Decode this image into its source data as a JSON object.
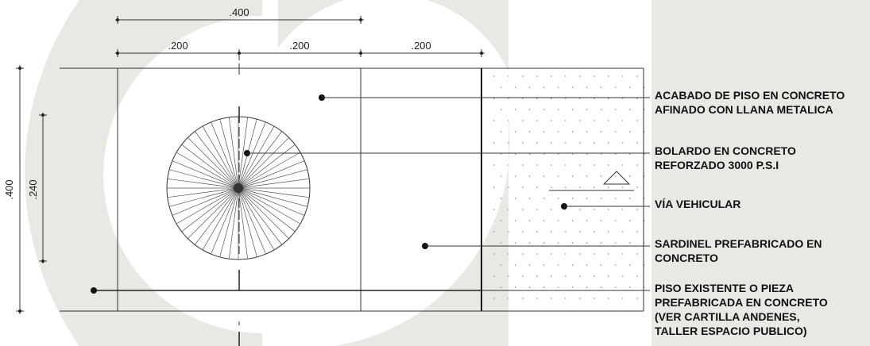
{
  "dimensions": {
    "top_overall": ".400",
    "top_segment_1": ".200",
    "top_segment_2": ".200",
    "top_segment_3": ".200",
    "left_overall": ".400",
    "left_inner": ".240"
  },
  "labels": {
    "finish": [
      "ACABADO DE PISO EN CONCRETO",
      "AFINADO CON LLANA METALICA"
    ],
    "bollard": [
      "BOLARDO EN CONCRETO",
      "REFORZADO 3000 P.S.I"
    ],
    "road": [
      "VÍA VEHICULAR"
    ],
    "curb": [
      "SARDINEL PREFABRICADO EN",
      "CONCRETO"
    ],
    "existing_floor": [
      "PISO EXISTENTE O PIEZA",
      "PREFABRICADA EN CONCRETO",
      "(VER CARTILLA ANDENES,",
      "TALLER ESPACIO PUBLICO)"
    ]
  },
  "colors": {
    "watermark": "#e4e7e2",
    "line": "#222222",
    "background": "#ffffff"
  }
}
